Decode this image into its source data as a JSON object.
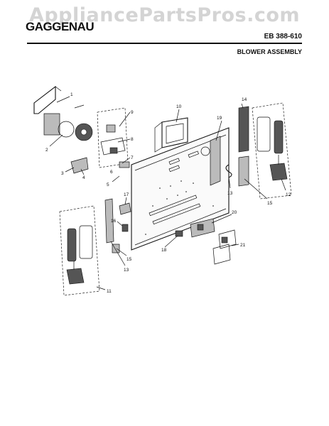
{
  "watermark": "AppliancePartsPros.com",
  "brand": "GAGGENAU",
  "model": "EB 388-610",
  "section_title": "BLOWER ASSEMBLY",
  "callouts": [
    "1",
    "2",
    "3",
    "4",
    "5",
    "6",
    "7",
    "8",
    "9",
    "10",
    "11",
    "12",
    "13",
    "13",
    "14",
    "15",
    "15",
    "16",
    "17",
    "18",
    "19",
    "20",
    "21"
  ]
}
